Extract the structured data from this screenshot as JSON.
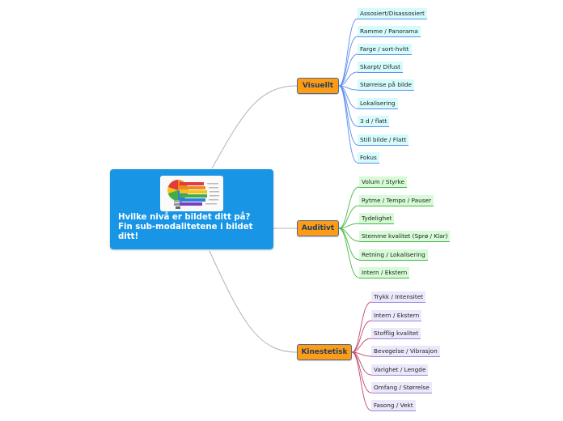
{
  "central": {
    "title": "Hvilke nivå er bildet ditt på?\nFin sub-modalitetene i bildet ditt!",
    "image_icon": "lightbulb-chart-icon"
  },
  "branches": [
    {
      "label": "Visuellt",
      "items": [
        "Assosiert/Disassosiert",
        "Ramme / Panorama",
        "Farge / sort-hvitt",
        "Skarpt/ Difust",
        "Størreise på bilde",
        "Lokalisering",
        "3 d / flatt",
        "Still bilde / Flatt",
        "Fokus"
      ]
    },
    {
      "label": "Auditivt",
      "items": [
        "Volum / Styrke",
        "Rytme / Tempo / Pauser",
        "Tydelighet",
        "Stemme kvalitet (Sprø / Klar)",
        "Retning / Lokalisering",
        "Intern / Ekstern"
      ]
    },
    {
      "label": "Kinestetisk",
      "items": [
        "Trykk / Intensitet",
        "Intern / Ekstern",
        "Stofflig kvalitet",
        "Bevegelse / Vibrasjon",
        "Varighet / Lengde",
        "Omfang / Størrelse",
        "Fasong / Vekt"
      ]
    }
  ],
  "colors": {
    "central_fill": "#1995e6",
    "branch_fill": "#ff9c14",
    "visual_leaf_fill": "#d6fbfd",
    "visual_line": "#5a8df0",
    "auditory_leaf_fill": "#d6fbd6",
    "auditory_line": "#48b848",
    "kinesthetic_leaf_fill": "#ece8fb",
    "kinesthetic_line": "#c04a6a"
  }
}
